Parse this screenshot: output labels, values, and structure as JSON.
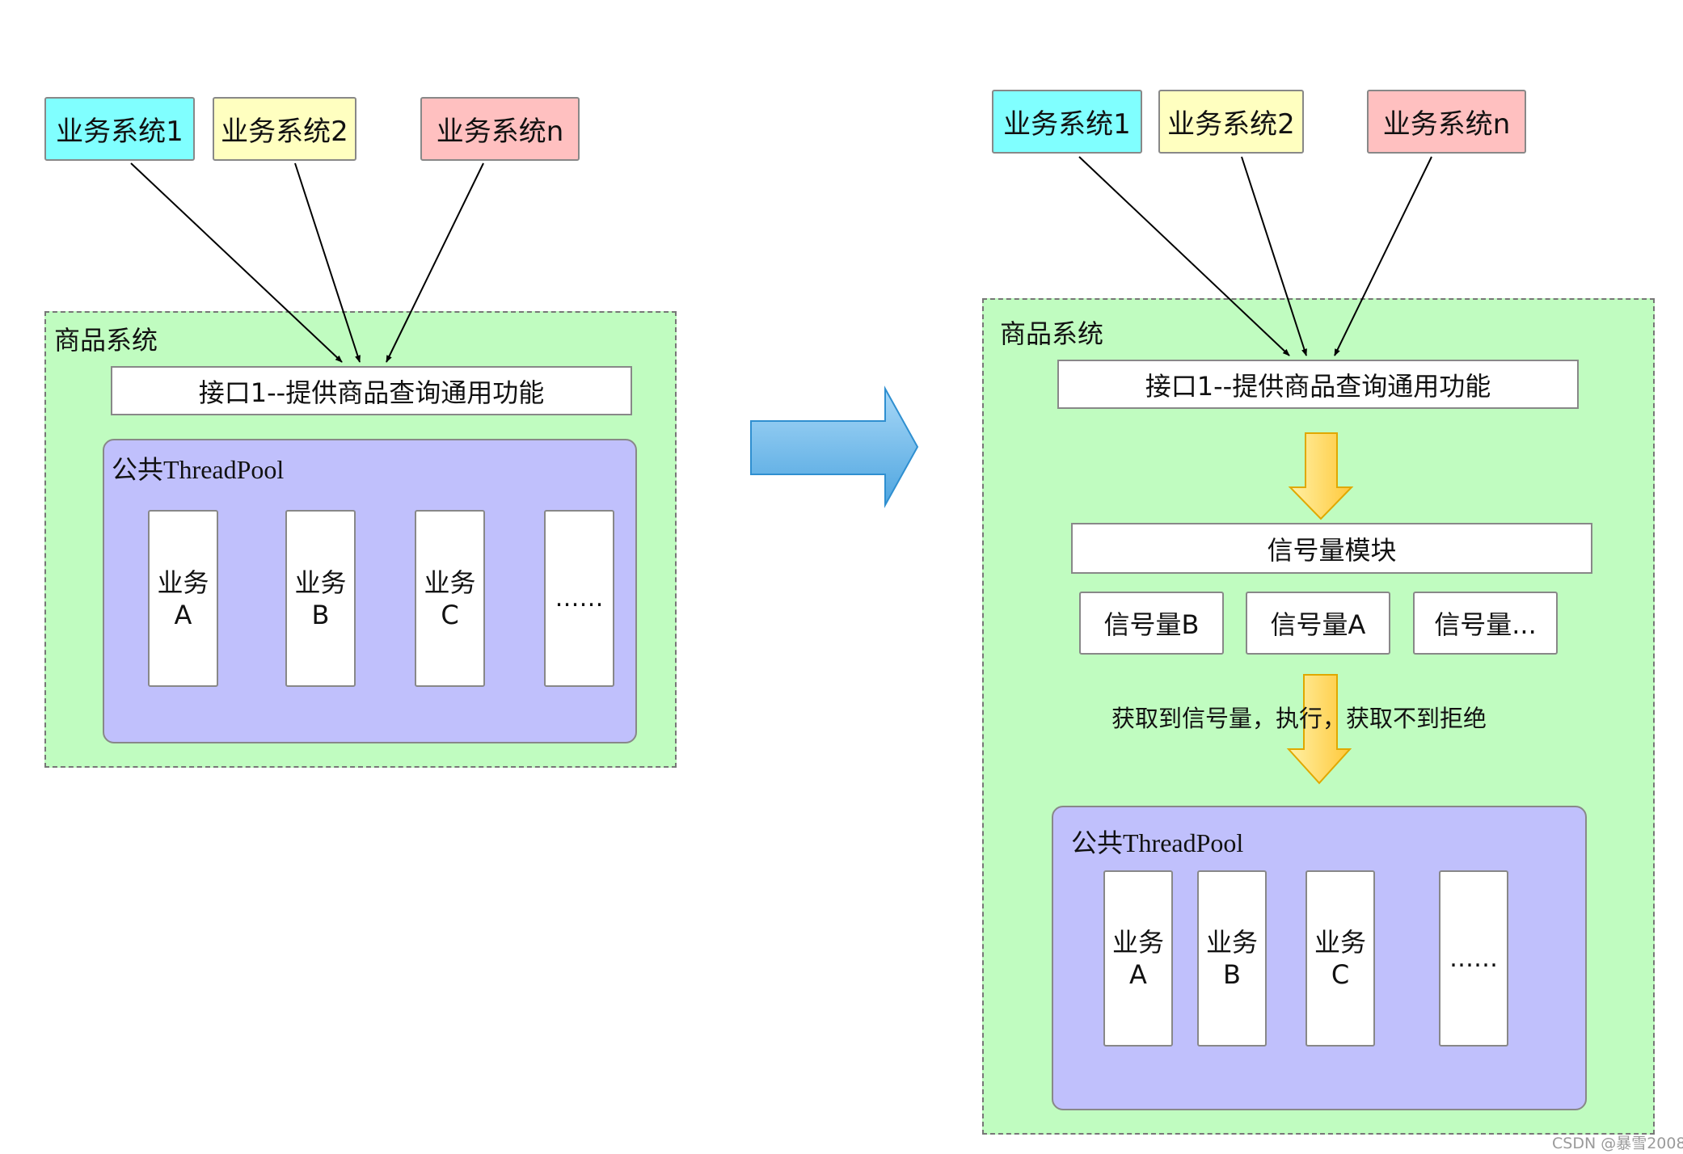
{
  "left_diagram": {
    "clients": [
      "业务系统1",
      "业务系统2",
      "业务系统n"
    ],
    "goods_system_label": "商品系统",
    "interface_label": "接口1--提供商品查询通用功能",
    "pool_label": "公共ThreadPool",
    "tasks": [
      {
        "line1": "业务",
        "line2": "A"
      },
      {
        "line1": "业务",
        "line2": "B"
      },
      {
        "line1": "业务",
        "line2": "C"
      }
    ],
    "ellipsis": "……"
  },
  "right_diagram": {
    "clients": [
      "业务系统1",
      "业务系统2",
      "业务系统n"
    ],
    "goods_system_label": "商品系统",
    "interface_label": "接口1--提供商品查询通用功能",
    "semaphore_module_label": "信号量模块",
    "semaphores": [
      "信号量B",
      "信号量A",
      "信号量..."
    ],
    "note": "获取到信号量，执行，获取不到拒绝",
    "pool_label": "公共ThreadPool",
    "tasks": [
      {
        "line1": "业务",
        "line2": "A"
      },
      {
        "line1": "业务",
        "line2": "B"
      },
      {
        "line1": "业务",
        "line2": "C"
      }
    ],
    "ellipsis": "……"
  },
  "watermark": "CSDN @暴雪2008",
  "colors": {
    "client_1": "#80ffff",
    "client_2": "#ffffc0",
    "client_n": "#ffc0c0",
    "goods_system": "#c0fcc0",
    "thread_pool": "#c0c0fc",
    "transition_arrow": "#6ab7e8",
    "flow_arrow": "#ffd24a"
  }
}
